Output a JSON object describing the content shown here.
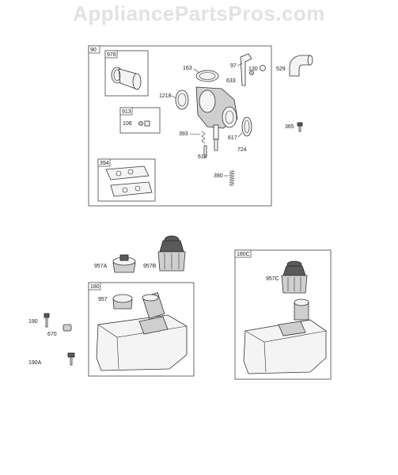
{
  "watermark": "AppliancePartsPros.com",
  "groups": {
    "g90": "90",
    "g976": "976",
    "g913": "913",
    "g394": "394",
    "g180": "180",
    "g180c": "180C"
  },
  "callouts": {
    "p163": "163",
    "p97": "97",
    "p130": "130",
    "p633": "633",
    "p529": "529",
    "p1218": "1218",
    "p106": "106",
    "p365": "365",
    "p393": "393",
    "p617": "617",
    "p724": "724",
    "p612": "612",
    "p390": "390",
    "p957a": "957A",
    "p957b": "957B",
    "p957": "957",
    "p957c": "957C",
    "p190": "190",
    "p670": "670",
    "p190a": "190A"
  }
}
